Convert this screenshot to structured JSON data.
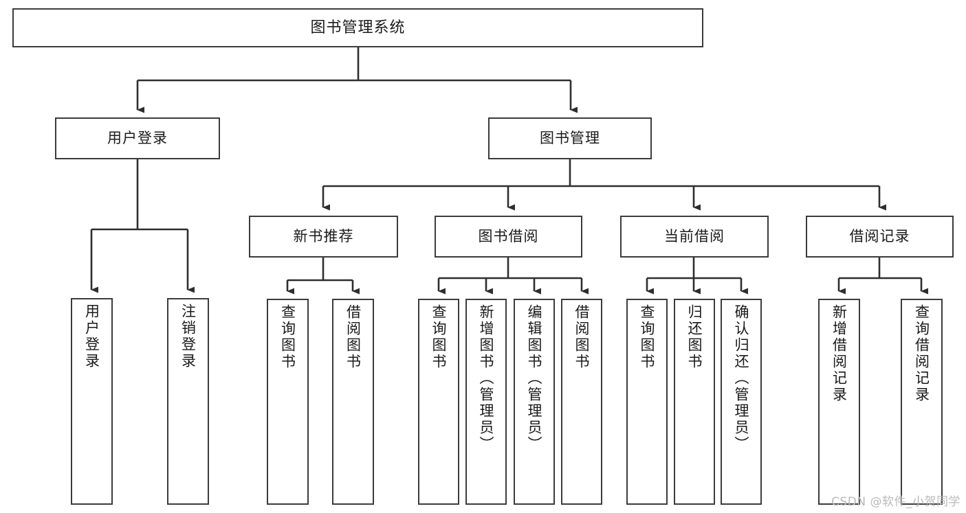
{
  "diagram": {
    "title": "图书管理系统",
    "type": "tree-hierarchy",
    "root": {
      "id": "root",
      "label": "图书管理系统"
    },
    "level1": [
      {
        "id": "user-login",
        "label": "用户登录"
      },
      {
        "id": "book-manage",
        "label": "图书管理"
      }
    ],
    "level2": [
      {
        "id": "new-book-rec",
        "label": "新书推荐",
        "parent": "book-manage"
      },
      {
        "id": "book-borrow",
        "label": "图书借阅",
        "parent": "book-manage"
      },
      {
        "id": "current-borrow",
        "label": "当前借阅",
        "parent": "book-manage"
      },
      {
        "id": "borrow-record",
        "label": "借阅记录",
        "parent": "book-manage"
      }
    ],
    "leaves": [
      {
        "id": "leaf-user-login",
        "label": "用户登录",
        "parent": "user-login"
      },
      {
        "id": "leaf-user-logout",
        "label": "注销登录",
        "parent": "user-login"
      },
      {
        "id": "leaf-query-book-1",
        "label": "查询图书",
        "parent": "new-book-rec"
      },
      {
        "id": "leaf-borrow-book-1",
        "label": "借阅图书",
        "parent": "new-book-rec"
      },
      {
        "id": "leaf-query-book-2",
        "label": "查询图书",
        "parent": "book-borrow"
      },
      {
        "id": "leaf-add-book",
        "label": "新增图书（管理员）",
        "parent": "book-borrow"
      },
      {
        "id": "leaf-edit-book",
        "label": "编辑图书（管理员）",
        "parent": "book-borrow"
      },
      {
        "id": "leaf-borrow-book-2",
        "label": "借阅图书",
        "parent": "book-borrow"
      },
      {
        "id": "leaf-query-book-3",
        "label": "查询图书",
        "parent": "current-borrow"
      },
      {
        "id": "leaf-return-book",
        "label": "归还图书",
        "parent": "current-borrow"
      },
      {
        "id": "leaf-confirm-return",
        "label": "确认归还（管理员）",
        "parent": "current-borrow"
      },
      {
        "id": "leaf-add-record",
        "label": "新增借阅记录",
        "parent": "borrow-record"
      },
      {
        "id": "leaf-query-record",
        "label": "查询借阅记录",
        "parent": "borrow-record"
      }
    ],
    "colors": {
      "stroke": "#3b3b3b",
      "background": "#ffffff",
      "text": "#1a1a1a",
      "watermark": "#b9b9b9"
    }
  },
  "watermark": {
    "text": "CSDN @软件_小贺同学"
  }
}
